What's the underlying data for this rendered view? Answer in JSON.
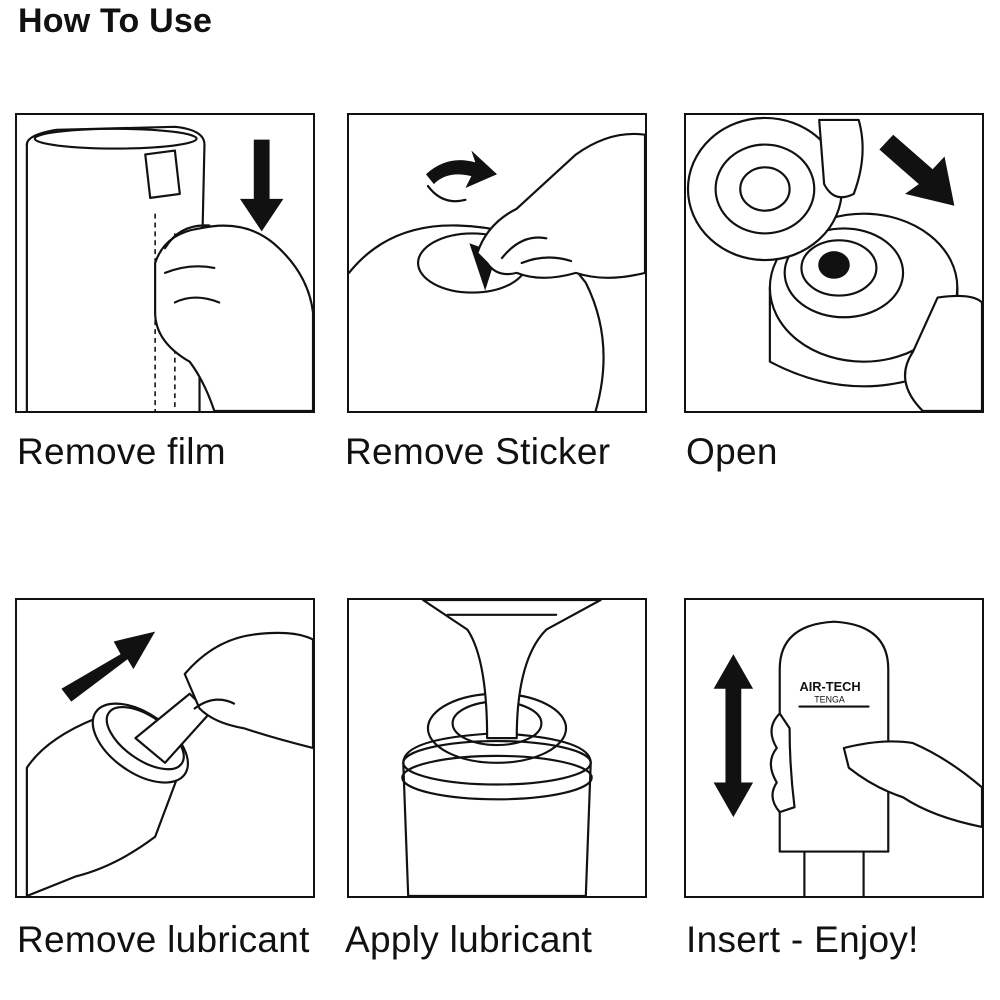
{
  "title": "How To Use",
  "steps": [
    {
      "caption": "Remove film"
    },
    {
      "caption": "Remove Sticker"
    },
    {
      "caption": "Open"
    },
    {
      "caption": "Remove lubricant"
    },
    {
      "caption": "Apply lubricant"
    },
    {
      "caption": "Insert - Enjoy!"
    }
  ],
  "product_logo": "AIR-TECH",
  "product_sublogo": "TENGA"
}
